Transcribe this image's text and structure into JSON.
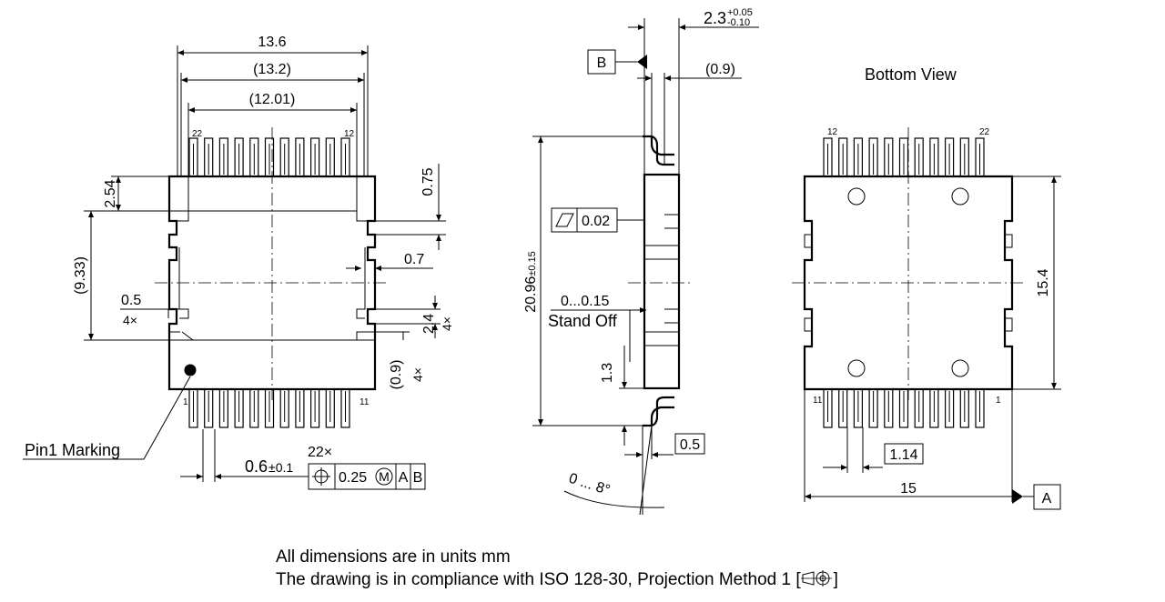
{
  "top_view": {
    "dim_overall_width": "13.6",
    "dim_body_width": "(13.2)",
    "dim_pad_width": "(12.01)",
    "pin_label_22": "22",
    "pin_label_12": "12",
    "pin_label_1": "1",
    "pin_label_11": "11",
    "dim_2_54": "2.54",
    "dim_9_33": "(9.33)",
    "dim_0_5": "0.5",
    "dim_4x_a": "4×",
    "dim_0_75": "0.75",
    "dim_0_7": "0.7",
    "dim_2_4": "2.4",
    "dim_4x_b": "4×",
    "dim_0_9": "(0.9)",
    "dim_4x_c": "4×",
    "pin1_marking": "Pin1 Marking",
    "pitch_value": "0.6",
    "pitch_tol": "±0.1",
    "count_22x": "22×",
    "fcf_tolerance": "0.25",
    "fcf_modifier": "M",
    "fcf_datum_a": "A",
    "fcf_datum_b": "B"
  },
  "side_view": {
    "datum_b": "B",
    "dim_thickness": "2.3",
    "tol_plus": "+0.05",
    "tol_minus": "-0.10",
    "dim_0_9": "(0.9)",
    "flatness_value": "0.02",
    "dim_length": "20.96",
    "dim_length_tol": "±0.15",
    "standoff_value": "0...0.15",
    "standoff_label": "Stand Off",
    "dim_1_3": "1.3",
    "dim_0_5": "0.5",
    "angle": "0 ... 8°"
  },
  "bottom_view": {
    "title": "Bottom View",
    "pin_label_12": "12",
    "pin_label_22": "22",
    "pin_label_11": "11",
    "pin_label_1": "1",
    "dim_15_4": "15.4",
    "dim_1_14": "1.14",
    "dim_15": "15",
    "datum_a": "A"
  },
  "footer": {
    "line1": "All dimensions are in units mm",
    "line2_prefix": "The drawing is in compliance with ISO 128-30, Projection Method 1 [",
    "line2_suffix": "]"
  }
}
